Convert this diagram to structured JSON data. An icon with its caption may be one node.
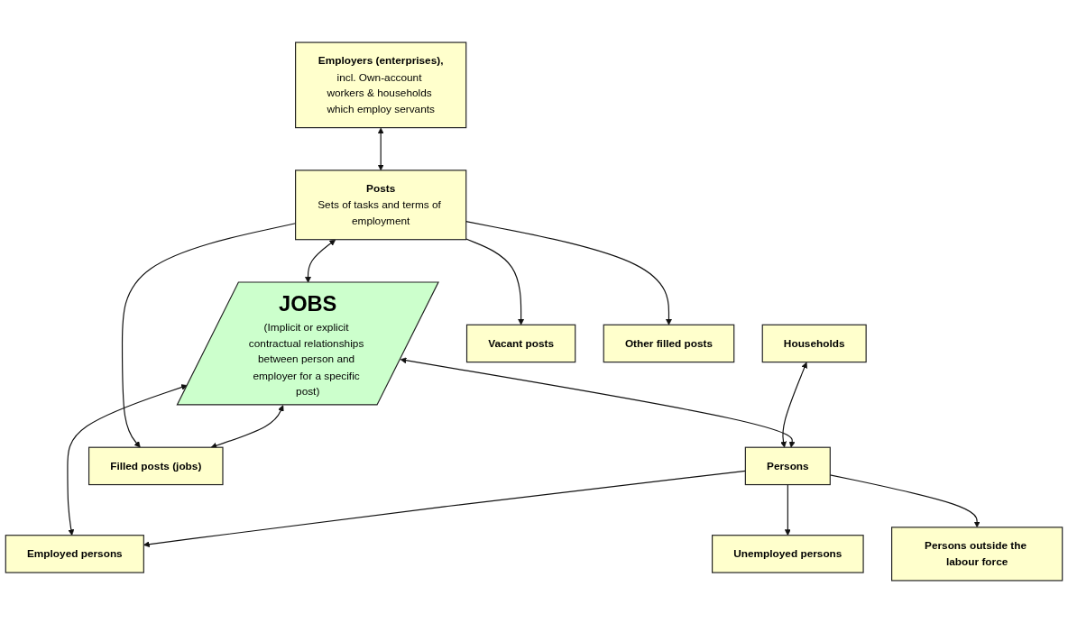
{
  "diagram": {
    "nodes": [
      {
        "text": [
          "Employers (enterprises),",
          "incl. Own-account workers & households which employ servants"
        ]
      },
      {
        "text": [
          "Households"
        ]
      },
      {
        "text": [
          "Posts",
          "Sets of tasks and terms of employment"
        ]
      },
      {
        "text": [
          "JOBS",
          "(Implicit or explicit contractual relationships between person and employer for a specific post)"
        ]
      },
      {
        "text": [
          "Persons"
        ]
      },
      {
        "text": [
          "Vacant posts"
        ]
      },
      {
        "text": [
          "Other filled posts"
        ]
      },
      {
        "text": [
          "Filled posts (jobs)"
        ]
      },
      {
        "text": [
          "Employed persons"
        ]
      },
      {
        "text": [
          "Unemployed persons"
        ]
      },
      {
        "text": [
          "Persons outside the labour force"
        ]
      }
    ],
    "edges": [
      {
        "from": 0,
        "to": 2,
        "arrow": "both"
      },
      {
        "from": 1,
        "to": 4,
        "arrow": "both"
      },
      {
        "from": 2,
        "to": 3,
        "arrow": "both"
      },
      {
        "from": 3,
        "to": 4,
        "arrow": "both"
      },
      {
        "from": 2,
        "to": 5,
        "arrow": "to"
      },
      {
        "from": 2,
        "to": 6,
        "arrow": "to"
      },
      {
        "from": 2,
        "to": 7,
        "arrow": "to"
      },
      {
        "from": 3,
        "to": 7,
        "arrow": "both"
      },
      {
        "from": 3,
        "to": 8,
        "arrow": "both"
      },
      {
        "from": 4,
        "to": 8,
        "arrow": "to"
      },
      {
        "from": 4,
        "to": 9,
        "arrow": "to"
      },
      {
        "from": 4,
        "to": 10,
        "arrow": "to"
      }
    ]
  }
}
